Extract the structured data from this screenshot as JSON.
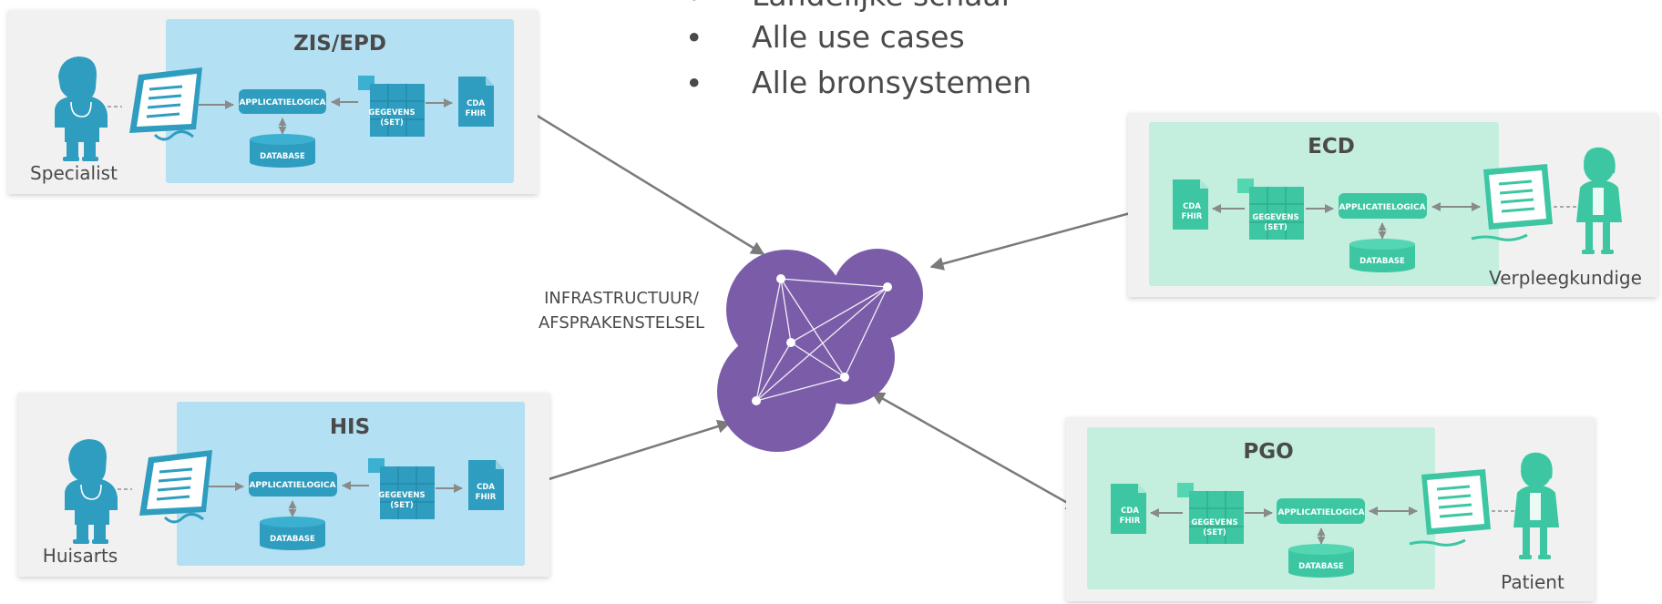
{
  "bullets": [
    "Landelijke schaal",
    "Alle use cases",
    "Alle bronsystemen"
  ],
  "bullet_symbol": "•",
  "infrastructure": {
    "line1": "INFRASTRUCTUUR/",
    "line2": "AFSPRAKENSTELSEL",
    "color": "#7b5ca8"
  },
  "colors": {
    "blue": "#2f9dbf",
    "blue_panel": "#b3e0f2",
    "green": "#3cc7a2",
    "green_panel": "#c4eedd",
    "arrow": "#7a7a7a",
    "frame": "#f1f1f1"
  },
  "components": {
    "app_logic": "APPLICATIELOGICA",
    "database": "DATABASE",
    "data_set_line1": "GEGEVENS",
    "data_set_line2": "(SET)",
    "doc_line1": "CDA",
    "doc_line2": "FHIR"
  },
  "systems": {
    "zis": {
      "title": "ZIS/EPD",
      "role": "Specialist"
    },
    "his": {
      "title": "HIS",
      "role": "Huisarts"
    },
    "ecd": {
      "title": "ECD",
      "role": "Verpleegkundige"
    },
    "pgo": {
      "title": "PGO",
      "role": "Patient"
    }
  }
}
